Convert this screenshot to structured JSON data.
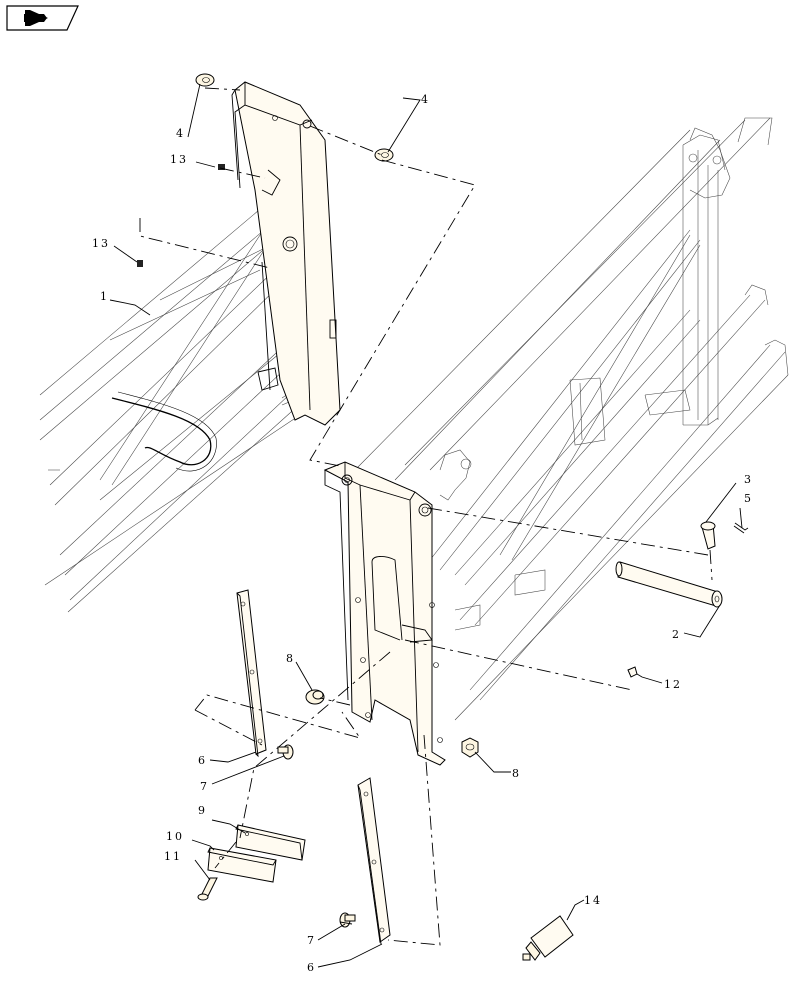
{
  "callouts": [
    {
      "id": "c1",
      "text": "1"
    },
    {
      "id": "c2",
      "text": "2"
    },
    {
      "id": "c3",
      "text": "3"
    },
    {
      "id": "c4a",
      "text": "4"
    },
    {
      "id": "c4b",
      "text": "4"
    },
    {
      "id": "c5",
      "text": "5"
    },
    {
      "id": "c6a",
      "text": "6"
    },
    {
      "id": "c6b",
      "text": "6"
    },
    {
      "id": "c7a",
      "text": "7"
    },
    {
      "id": "c7b",
      "text": "7"
    },
    {
      "id": "c8a",
      "text": "8"
    },
    {
      "id": "c8b",
      "text": "8"
    },
    {
      "id": "c9",
      "text": "9"
    },
    {
      "id": "c10",
      "text": "10"
    },
    {
      "id": "c11",
      "text": "11"
    },
    {
      "id": "c12",
      "text": "12"
    },
    {
      "id": "c13a",
      "text": "13"
    },
    {
      "id": "c13b",
      "text": "13"
    },
    {
      "id": "c14",
      "text": "14"
    }
  ]
}
